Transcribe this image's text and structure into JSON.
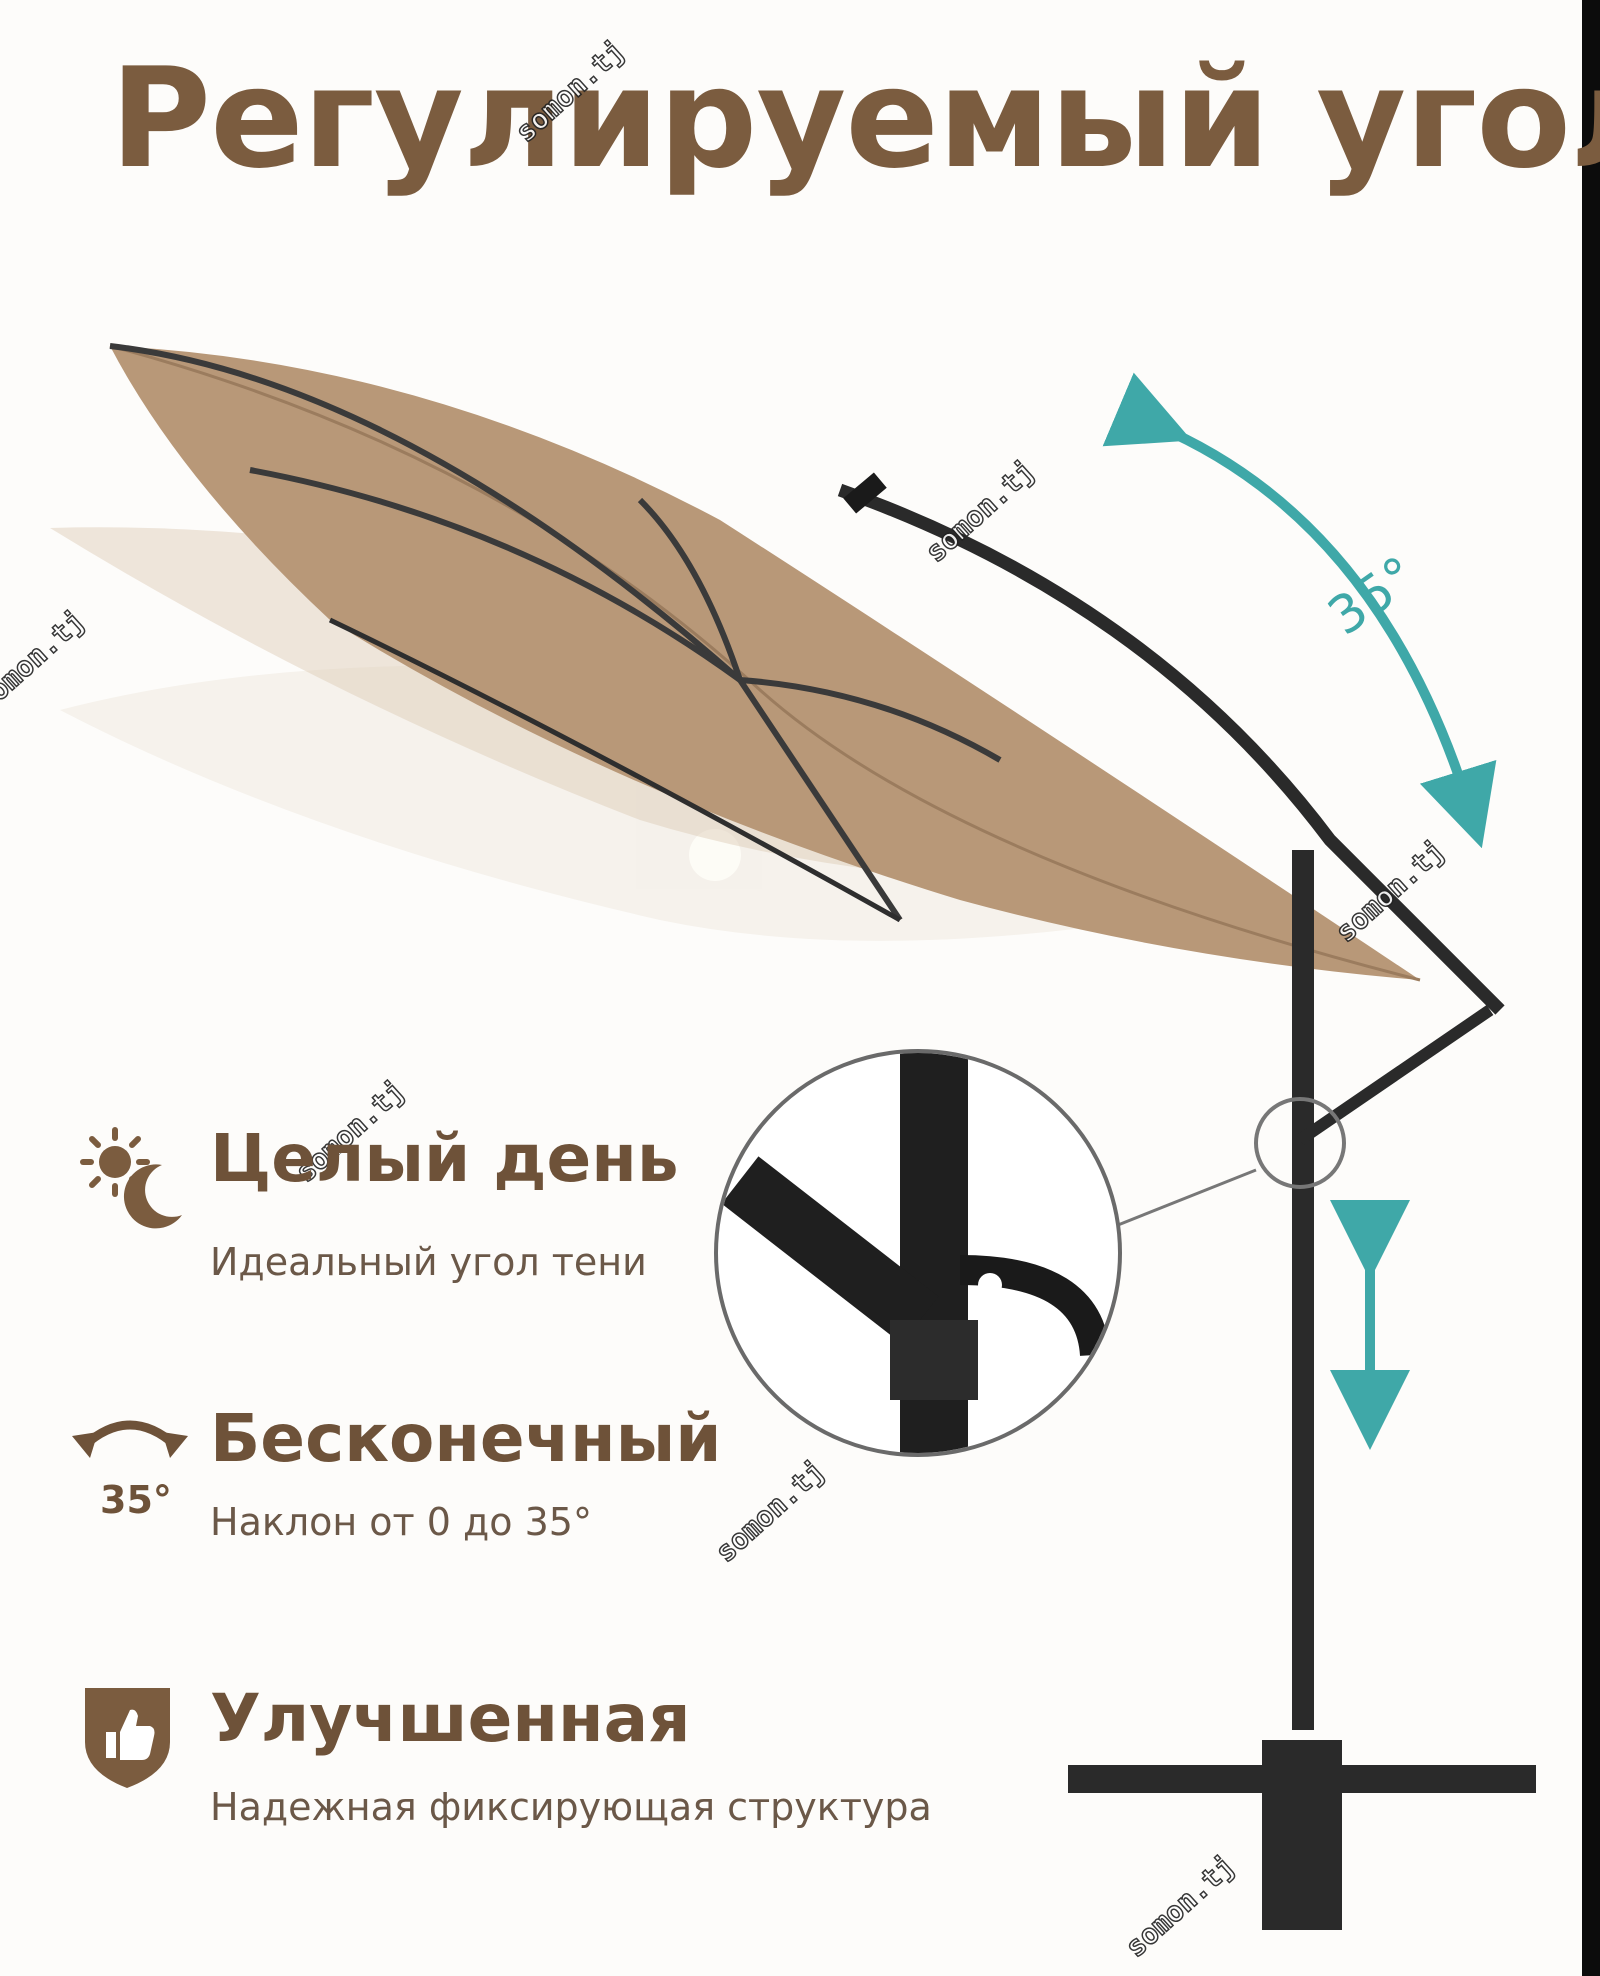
{
  "title": "Регулируемый угол",
  "angle_label": "35°",
  "features": [
    {
      "icon": "sun-moon-icon",
      "title": "Целый день",
      "desc": "Идеальный угол тени"
    },
    {
      "icon": "tilt-arrow-icon",
      "icon_label": "35°",
      "title": "Бесконечный",
      "desc": "Наклон от 0 до 35°"
    },
    {
      "icon": "shield-thumb-icon",
      "title": "Улучшенная",
      "desc": "Надежная фиксирующая структура"
    }
  ],
  "watermark": "somon.tj",
  "colors": {
    "title_brown": "#7b5c3f",
    "canopy_tan": "#b89878",
    "accent_teal": "#3fa8a8",
    "pole_dark": "#2a2a2a"
  }
}
